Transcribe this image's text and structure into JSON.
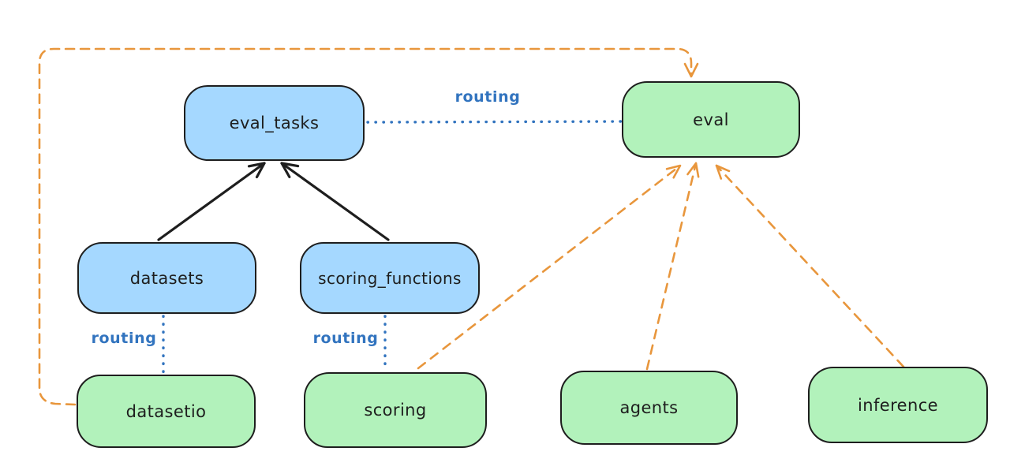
{
  "title": "Llama Stack eval routing diagram",
  "colors": {
    "node_blue_fill": "#a5d8ff",
    "node_green_fill": "#b2f2bb",
    "node_stroke": "#1e1e1e",
    "orange_edge": "#e8963c",
    "blue_edge": "#3274bf",
    "black_edge": "#1e1e1e",
    "background": "#ffffff"
  },
  "nodes": {
    "eval_tasks": {
      "label": "eval_tasks",
      "color": "blue"
    },
    "eval": {
      "label": "eval",
      "color": "green"
    },
    "datasets": {
      "label": "datasets",
      "color": "blue"
    },
    "scoring_functions": {
      "label": "scoring_functions",
      "color": "blue"
    },
    "datasetio": {
      "label": "datasetio",
      "color": "green"
    },
    "scoring": {
      "label": "scoring",
      "color": "green"
    },
    "agents": {
      "label": "agents",
      "color": "green"
    },
    "inference": {
      "label": "inference",
      "color": "green"
    }
  },
  "edge_labels": {
    "routing_eval_tasks_eval": "routing",
    "routing_datasets_datasetio": "routing",
    "routing_scoring_functions_scoring": "routing"
  },
  "edges": [
    {
      "from": "datasets",
      "to": "eval_tasks",
      "style": "solid",
      "color": "black",
      "arrow": true,
      "label": ""
    },
    {
      "from": "scoring_functions",
      "to": "eval_tasks",
      "style": "solid",
      "color": "black",
      "arrow": true,
      "label": ""
    },
    {
      "from": "eval_tasks",
      "to": "eval",
      "style": "dotted",
      "color": "blue",
      "arrow": false,
      "label": "routing"
    },
    {
      "from": "datasets",
      "to": "datasetio",
      "style": "dotted",
      "color": "blue",
      "arrow": false,
      "label": "routing"
    },
    {
      "from": "scoring_functions",
      "to": "scoring",
      "style": "dotted",
      "color": "blue",
      "arrow": false,
      "label": "routing"
    },
    {
      "from": "datasetio",
      "to": "eval",
      "style": "dashed",
      "color": "orange",
      "arrow": true,
      "label": ""
    },
    {
      "from": "scoring",
      "to": "eval",
      "style": "dashed",
      "color": "orange",
      "arrow": true,
      "label": ""
    },
    {
      "from": "agents",
      "to": "eval",
      "style": "dashed",
      "color": "orange",
      "arrow": true,
      "label": ""
    },
    {
      "from": "inference",
      "to": "eval",
      "style": "dashed",
      "color": "orange",
      "arrow": true,
      "label": ""
    }
  ]
}
